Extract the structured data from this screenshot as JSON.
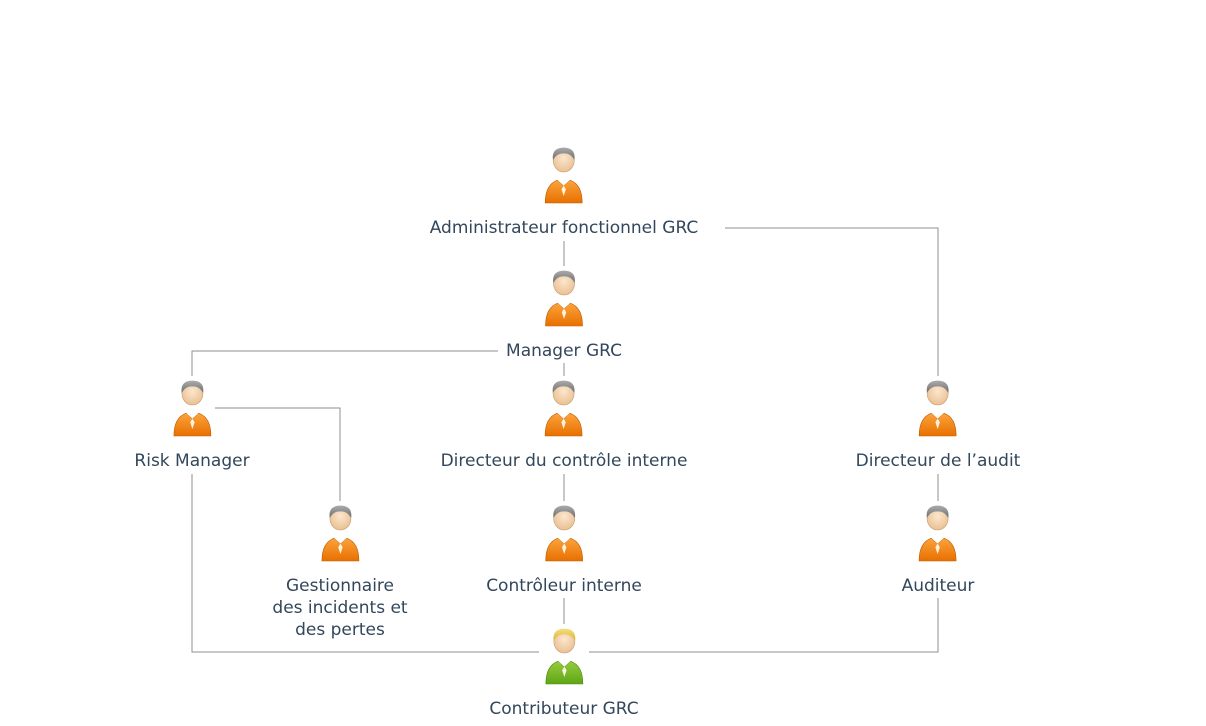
{
  "diagram": {
    "type": "org-chart",
    "nodes": {
      "admin": {
        "label": "Administrateur fonctionnel GRC",
        "icon": "person-orange"
      },
      "manager": {
        "label": "Manager GRC",
        "icon": "person-orange"
      },
      "risk_manager": {
        "label": "Risk Manager",
        "icon": "person-orange"
      },
      "dir_controle_interne": {
        "label": "Directeur du contrôle interne",
        "icon": "person-orange"
      },
      "dir_audit": {
        "label": "Directeur de l’audit",
        "icon": "person-orange"
      },
      "gestionnaire": {
        "label": "Gestionnaire des incidents et des pertes",
        "lines": [
          "Gestionnaire",
          "des incidents et",
          "des pertes"
        ],
        "icon": "person-orange"
      },
      "controleur_interne": {
        "label": "Contrôleur interne",
        "icon": "person-orange"
      },
      "auditeur": {
        "label": "Auditeur",
        "icon": "person-orange"
      },
      "contributeur": {
        "label": "Contributeur GRC",
        "icon": "person-green"
      }
    },
    "edges": [
      {
        "from": "admin",
        "to": "manager"
      },
      {
        "from": "admin",
        "to": "dir_audit"
      },
      {
        "from": "manager",
        "to": "risk_manager"
      },
      {
        "from": "manager",
        "to": "dir_controle_interne"
      },
      {
        "from": "risk_manager",
        "to": "gestionnaire"
      },
      {
        "from": "risk_manager",
        "to": "contributeur"
      },
      {
        "from": "dir_controle_interne",
        "to": "controleur_interne"
      },
      {
        "from": "dir_audit",
        "to": "auditeur"
      },
      {
        "from": "controleur_interne",
        "to": "contributeur"
      },
      {
        "from": "auditeur",
        "to": "contributeur"
      }
    ],
    "colors": {
      "text": "#32475B",
      "line": "#8F8F8F",
      "person_orange": "#F08213",
      "person_green": "#68B41D",
      "hair_gray": "#8A8A8A",
      "hair_blonde": "#E9C94E"
    }
  }
}
